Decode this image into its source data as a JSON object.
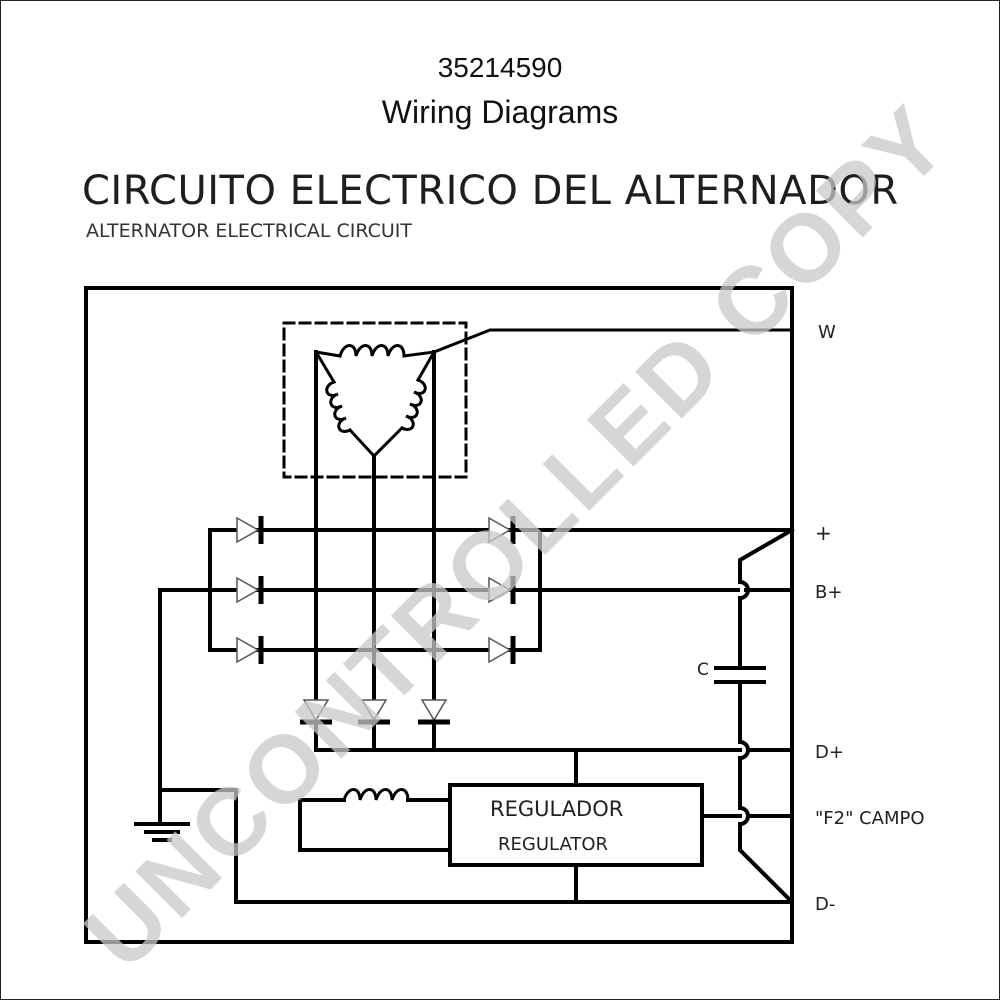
{
  "header": {
    "part_number": "35214590",
    "doc_title": "Wiring Diagrams"
  },
  "diagram": {
    "title_es": "CIRCUITO ELECTRICO DEL ALTERNADOR",
    "title_en": "ALTERNATOR ELECTRICAL CIRCUIT",
    "terminals": {
      "w": "W",
      "plus": "+",
      "bplus": "B+",
      "dplus": "D+",
      "f2": "\"F2\" CAMPO",
      "dminus": "D-"
    },
    "capacitor_label": "C",
    "regulator_es": "REGULADOR",
    "regulator_en": "REGULATOR"
  },
  "watermark": "UNCONTROLLED COPY"
}
